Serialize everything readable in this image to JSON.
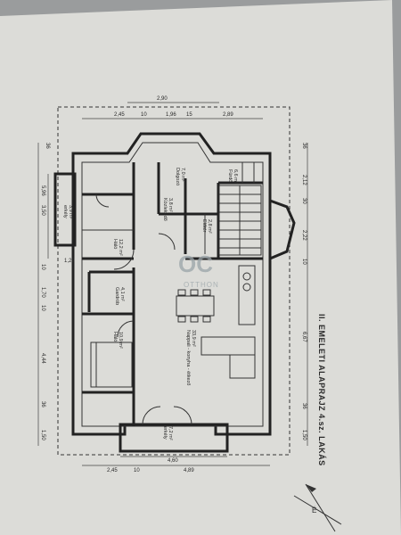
{
  "title": "II. EMELETI ALAPRAJZ 4.sz. LAKÁS",
  "watermark": {
    "mark": "OC",
    "text": "OTTHON"
  },
  "north_label": "É",
  "colors": {
    "paper": "#dcdcd8",
    "background": "#9a9c9d",
    "ink": "#222222",
    "watermark": "#9aa4a8"
  },
  "rooms": [
    {
      "name": "erkély",
      "area": "3,9 m²"
    },
    {
      "name": "Dolgozó",
      "area": "7,0 m²"
    },
    {
      "name": "Fürdő",
      "area": "6,6 m²"
    },
    {
      "name": "Közlekedő",
      "area": "3,8 m²"
    },
    {
      "name": "Előtér",
      "area": "2,8 m²"
    },
    {
      "name": "Háló",
      "area": "12,2 m²"
    },
    {
      "name": "Gardrób",
      "area": "4,1 m²"
    },
    {
      "name": "Háló",
      "area": "10,9 m²"
    },
    {
      "name": "Nappali - konyha - étkező",
      "area": "33,9 m²"
    },
    {
      "name": "erkély",
      "area": "7,2 m²"
    }
  ],
  "dimensions": {
    "top_outer": "2,90",
    "top_row": [
      "2,45",
      "10",
      "1,96",
      "15",
      "2,89"
    ],
    "right": [
      "36",
      "2,12",
      "30",
      "2,22",
      "10",
      "6,67",
      "36",
      "1,50"
    ],
    "left": [
      "36",
      "5,96",
      "3,50",
      "10",
      "1,70",
      "10",
      "4,44",
      "36",
      "1,50"
    ],
    "left_small": "1,20",
    "bottom_mid": "4,60",
    "bottom_row": [
      "2,45",
      "10",
      "4,89"
    ]
  }
}
